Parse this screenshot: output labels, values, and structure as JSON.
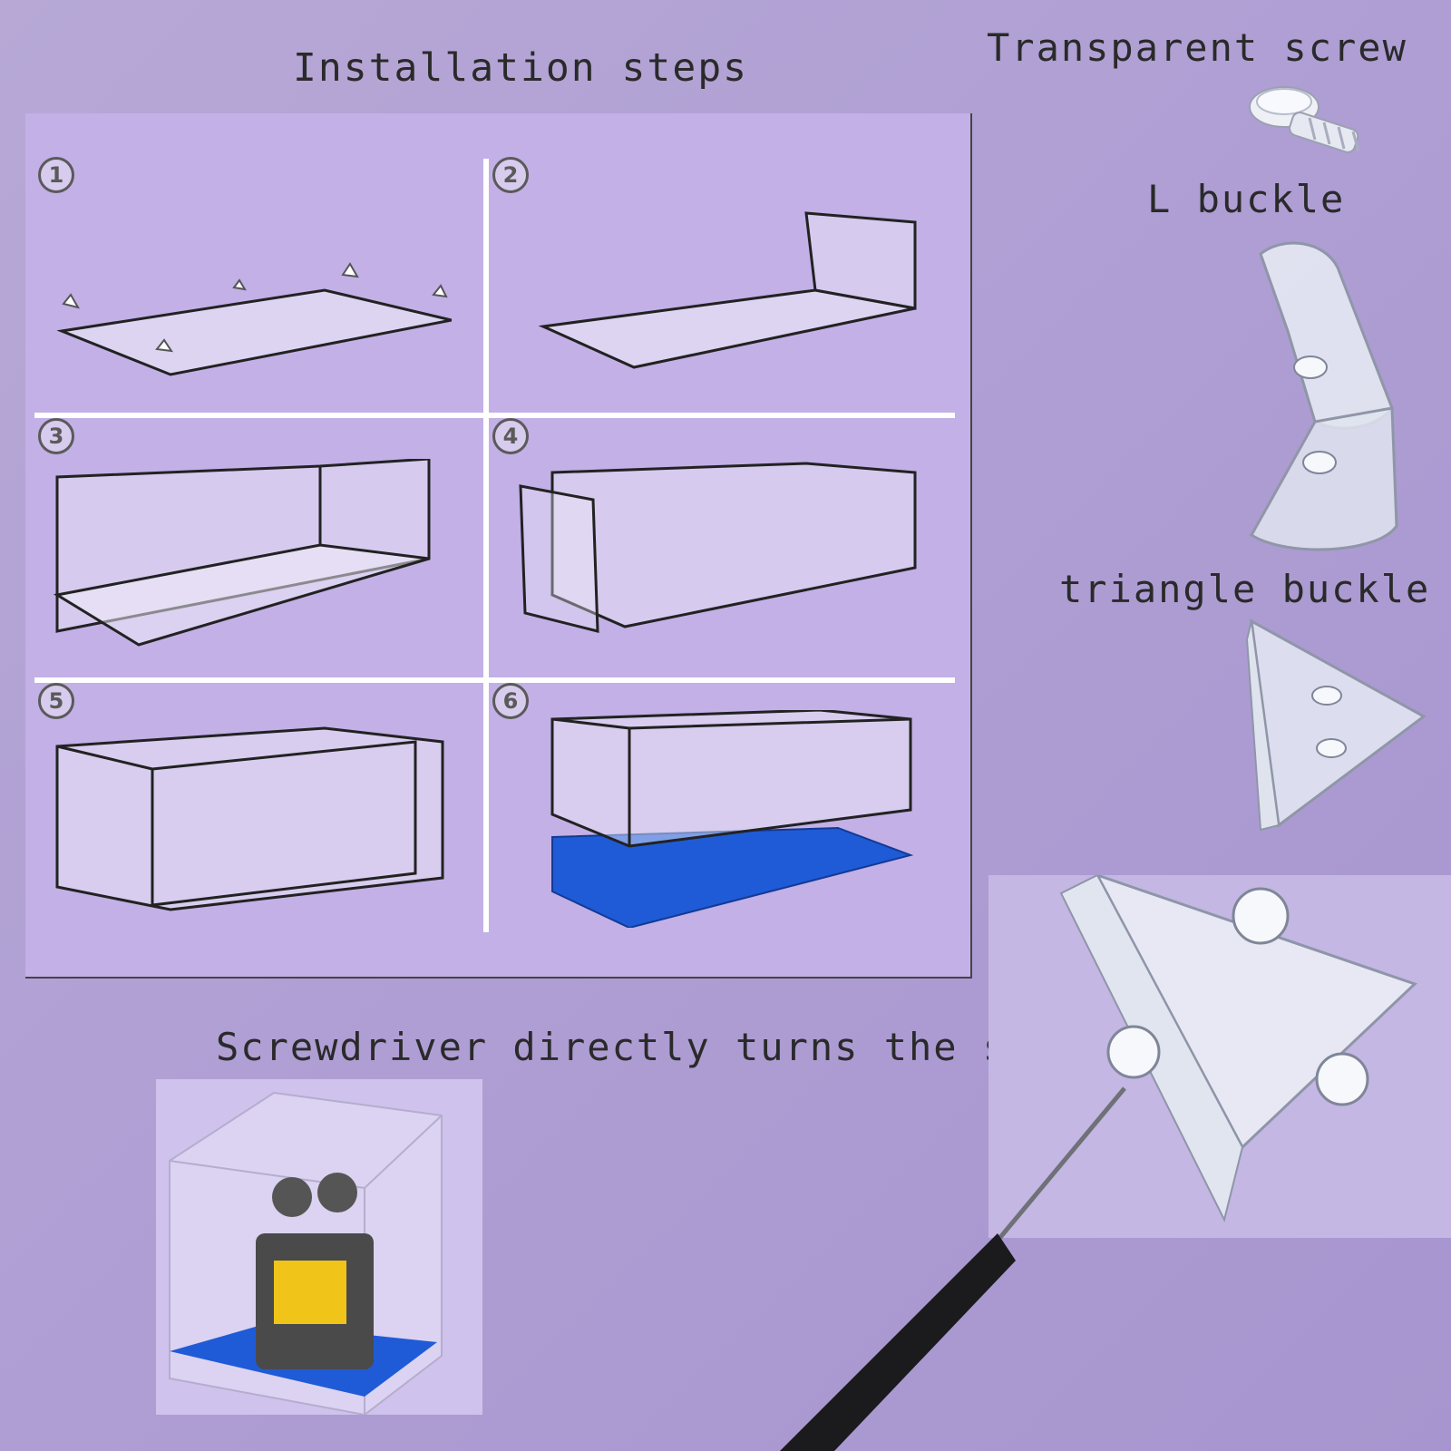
{
  "title": "Installation steps",
  "parts": {
    "screw_label": "Transparent screw",
    "l_buckle_label": "L buckle",
    "triangle_buckle_label": "triangle buckle"
  },
  "caption": "Screwdriver directly turns the screw",
  "steps": [
    {
      "number": "1"
    },
    {
      "number": "2"
    },
    {
      "number": "3"
    },
    {
      "number": "4"
    },
    {
      "number": "5"
    },
    {
      "number": "6"
    }
  ],
  "colors": {
    "background": "#b0a0d4",
    "panel": "#c2b0e6",
    "base_blue": "#1f5bd6",
    "text": "#2a2a2a"
  },
  "icons": [
    "screw-icon",
    "l-buckle-icon",
    "triangle-buckle-icon",
    "screwdriver-icon"
  ]
}
